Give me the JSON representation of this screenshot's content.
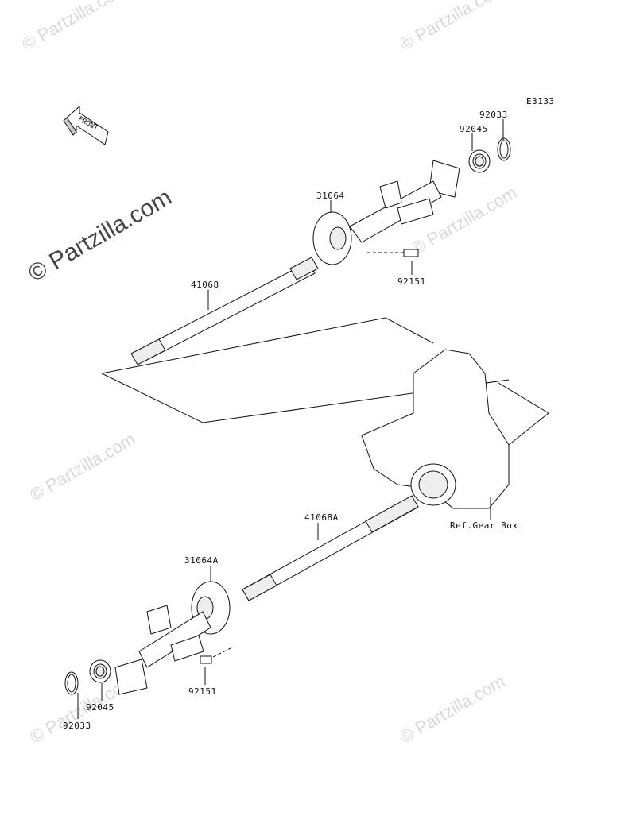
{
  "watermarks": {
    "main": "© Partzilla.com",
    "repeat": "© Partzilla.com"
  },
  "diagram": {
    "code": "E3133",
    "front_arrow": "FRONT",
    "parts": {
      "p92033_top": "92033",
      "p92045_top": "92045",
      "p31064": "31064",
      "p92151_top": "92151",
      "p41068": "41068",
      "p41068A": "41068A",
      "p31064A": "31064A",
      "p92151_bottom": "92151",
      "p92045_bottom": "92045",
      "p92033_bottom": "92033",
      "ref_gear_box": "Ref.Gear Box"
    }
  }
}
